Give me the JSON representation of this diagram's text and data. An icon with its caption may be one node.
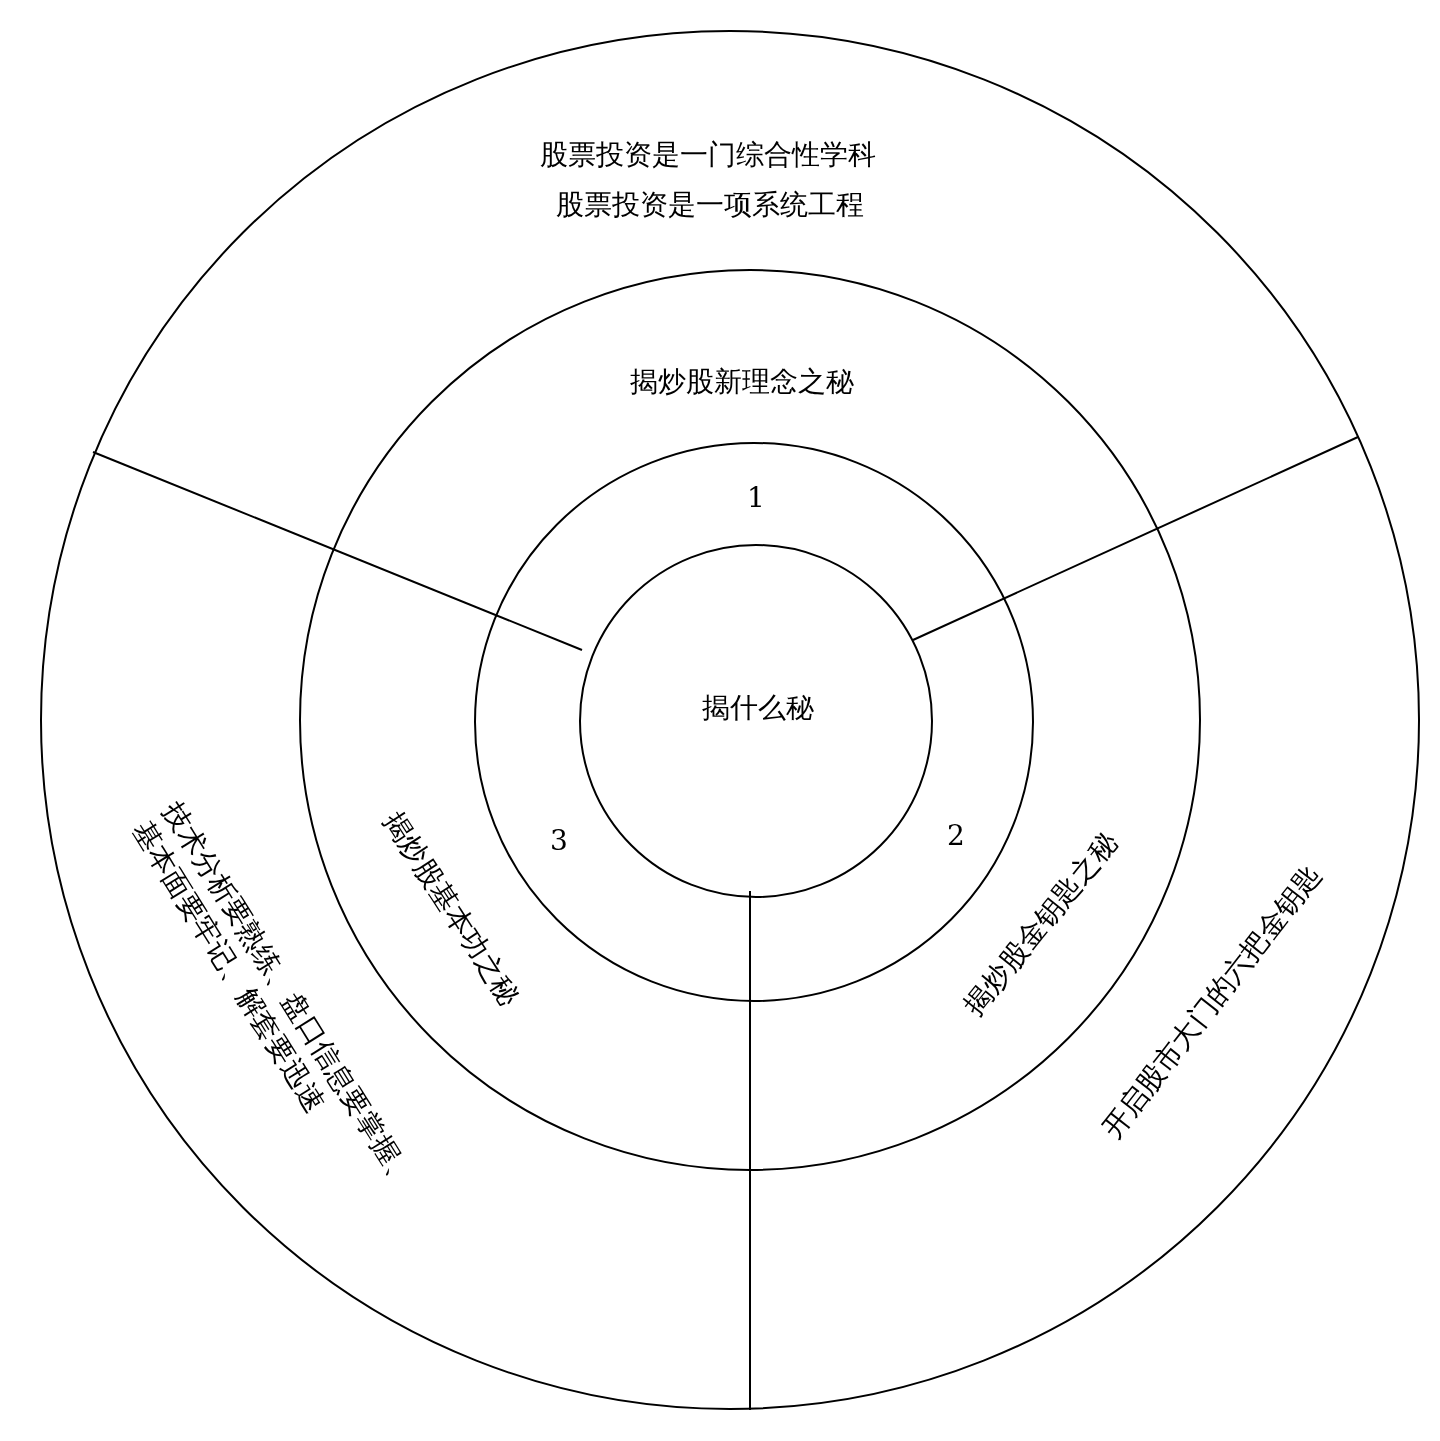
{
  "diagram": {
    "nodes": [
      {
        "text": [
          "股票投资是一门综合性学科",
          "股票投资是一项系统工程",
          "技术分析要熟练、盘口信息要掌握、基本面要牢记、解套要迅速",
          "开启股市大门的六把金钥匙"
        ]
      },
      {
        "text": [
          "揭炒股新理念之秘",
          "揭炒股基本功之秘",
          "揭炒股金钥匙之秘"
        ],
        "in": 0
      },
      {
        "text": [
          "1",
          "3",
          "2"
        ],
        "in": 1
      },
      {
        "text": [
          "揭什么秘"
        ],
        "in": 2
      }
    ]
  }
}
